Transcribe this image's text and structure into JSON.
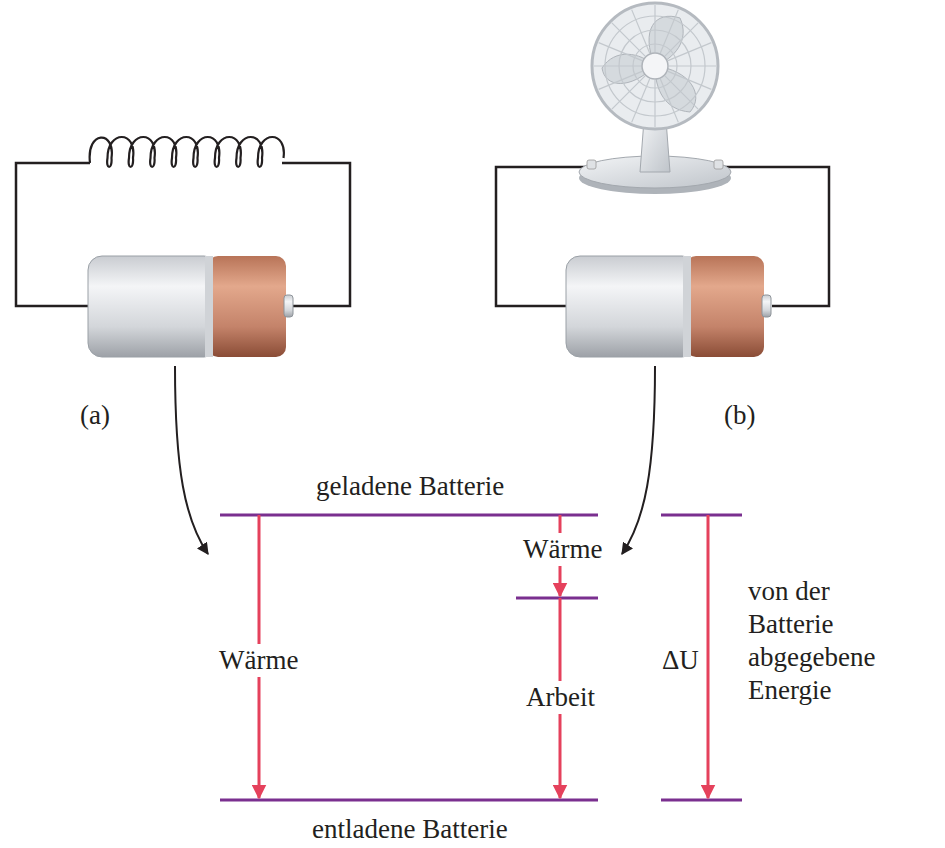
{
  "diagram": {
    "labels": [
      "(a)",
      "(b)",
      "geladene Batterie",
      "Wärme",
      "Wärme",
      "Arbeit",
      "ΔU",
      "von der Batterie abgegebene Energie",
      "entladene Batterie"
    ]
  }
}
